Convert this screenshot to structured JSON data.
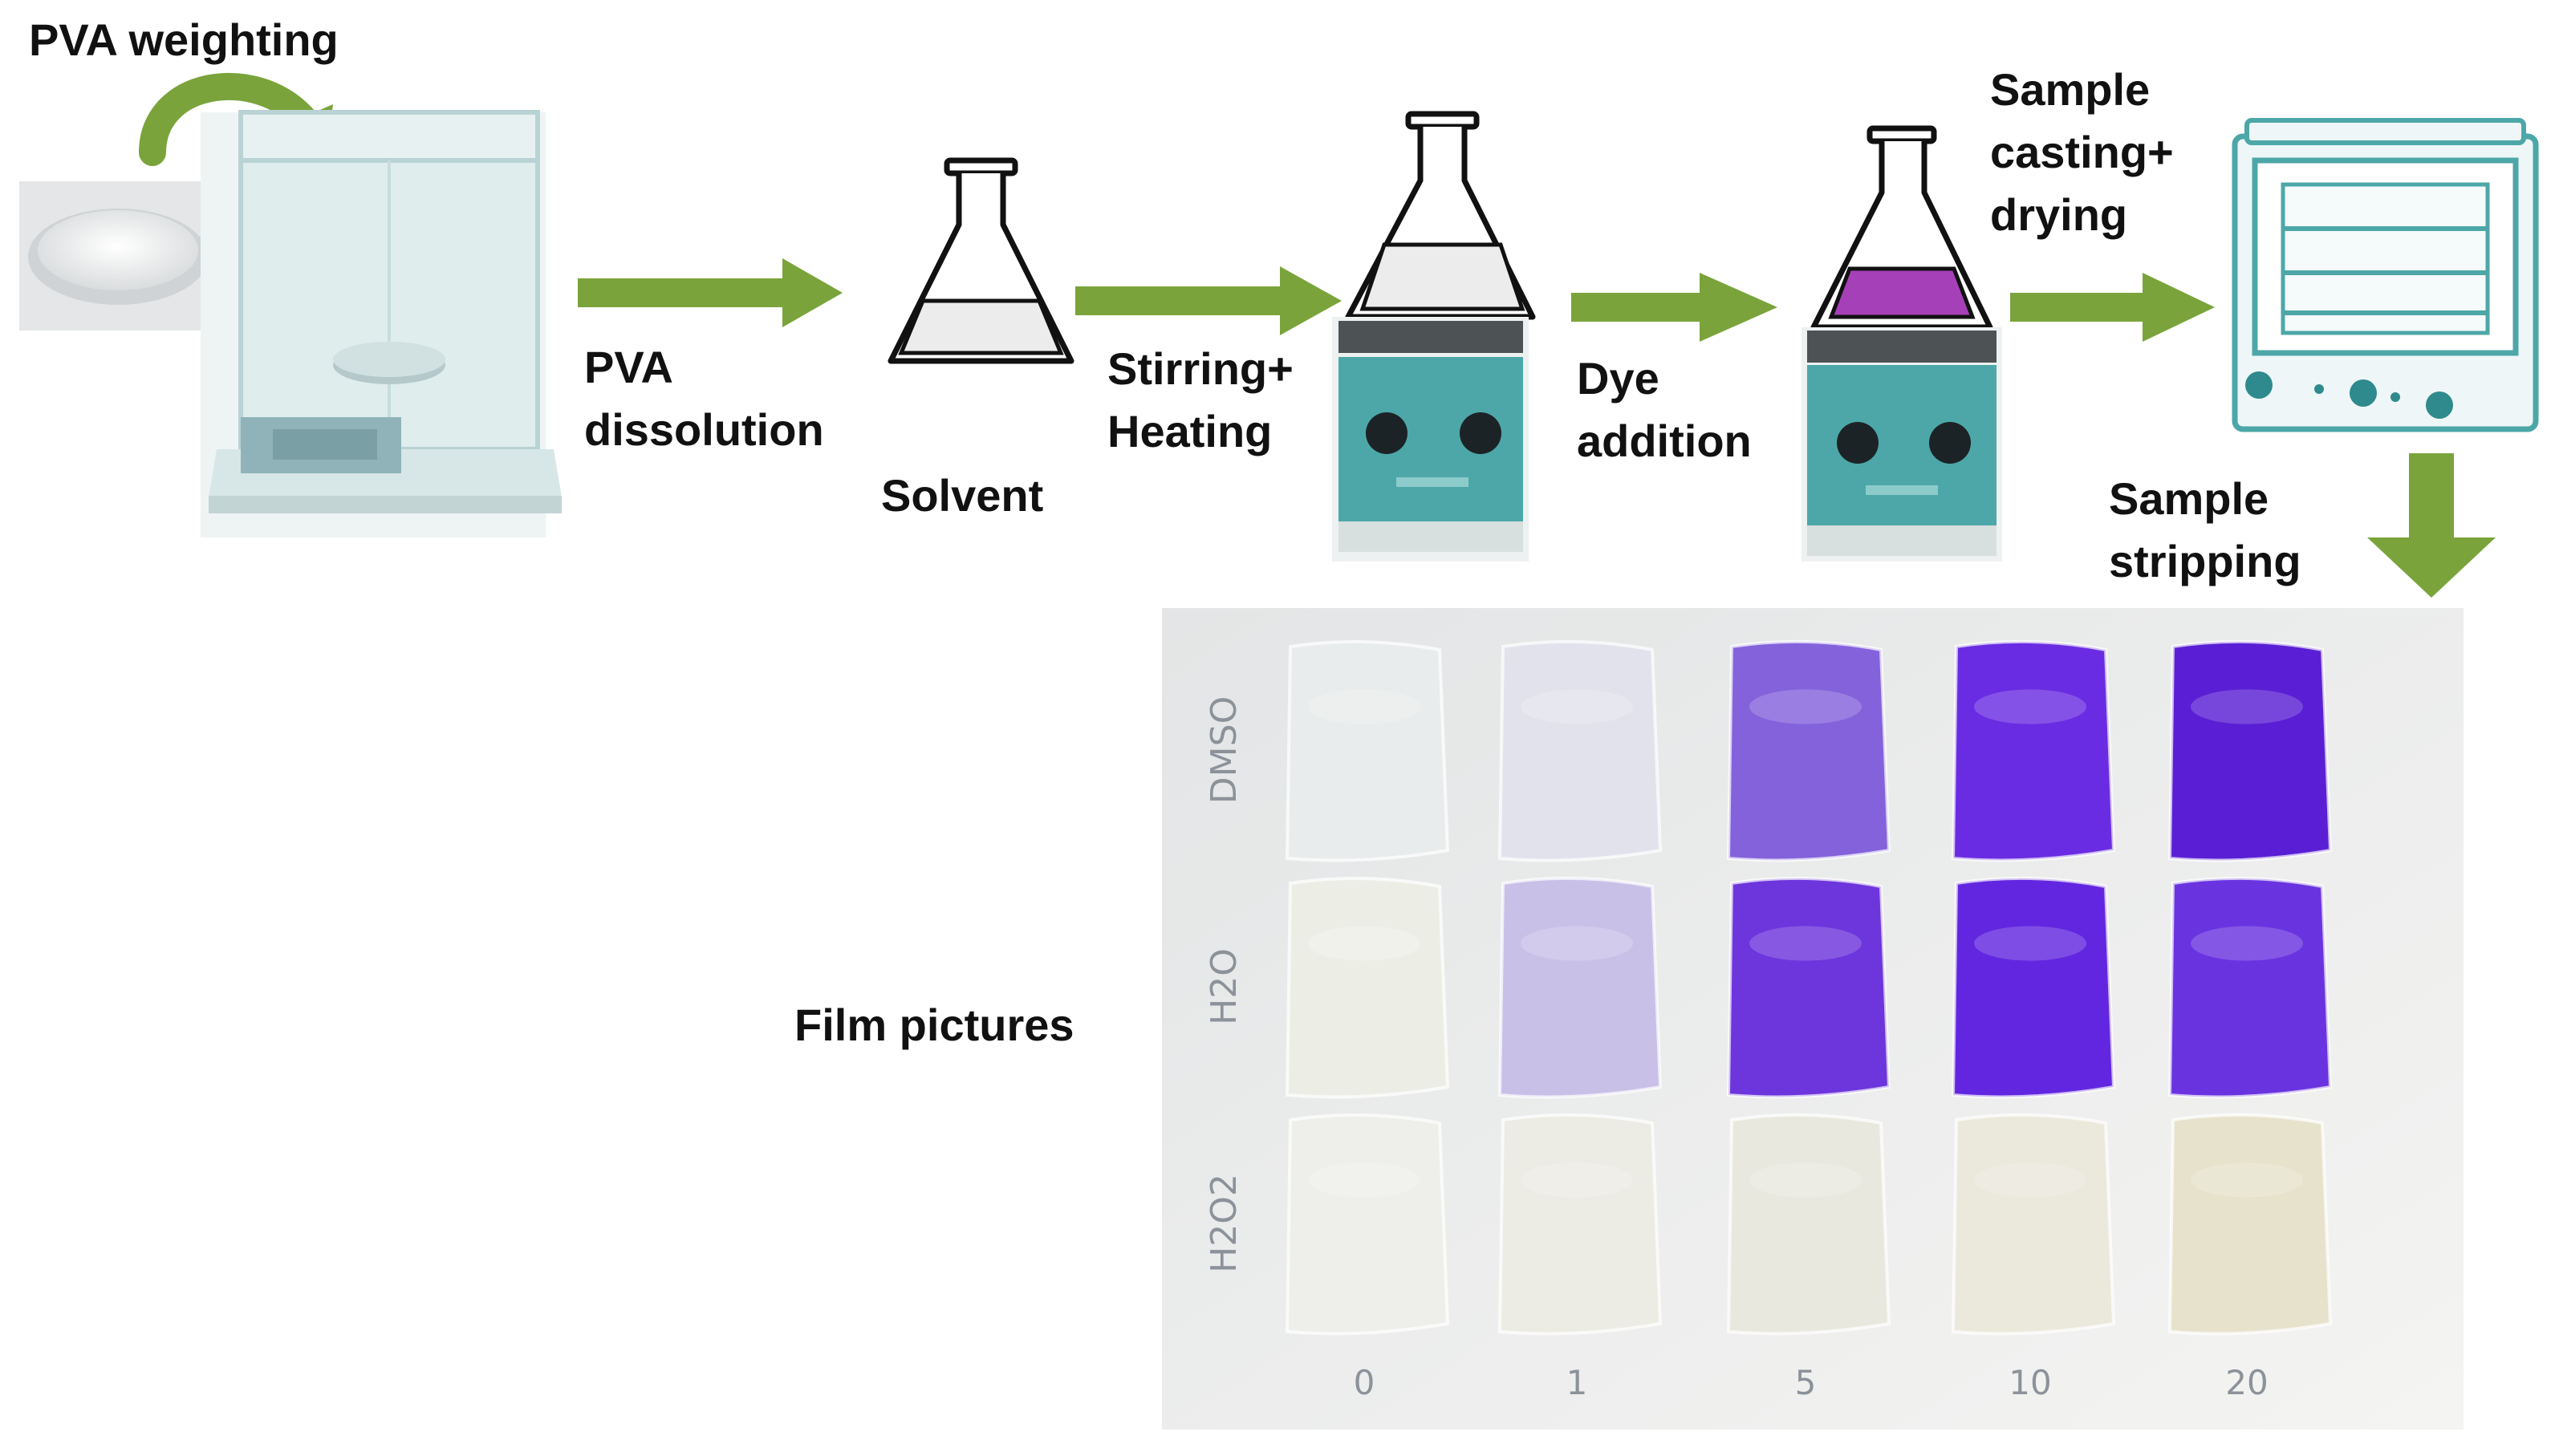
{
  "labels": {
    "pva_weighting": "PVA weighting",
    "pva_dissolution_line1": "PVA",
    "pva_dissolution_line2": "dissolution",
    "solvent": "Solvent",
    "stirring_line1": "Stirring+",
    "stirring_line2": "Heating",
    "dye_line1": "Dye",
    "dye_line2": "addition",
    "casting_line1": "Sample",
    "casting_line2": "casting+",
    "casting_line3": "drying",
    "stripping_line1": "Sample",
    "stripping_line2": "stripping",
    "film_pictures": "Film pictures"
  },
  "film_photo": {
    "row_labels": [
      "DMSO",
      "H2O",
      "H2O2"
    ],
    "column_labels": [
      "0",
      "1",
      "5",
      "10",
      "20"
    ],
    "tints": {
      "DMSO": [
        "#e9ecec",
        "#e2e2ec",
        "#8462dc",
        "#6a2ce2",
        "#5a1fd4"
      ],
      "H2O": [
        "#eceee6",
        "#c9c0e8",
        "#6d35dc",
        "#6226e0",
        "#6a33e0"
      ],
      "H2O2": [
        "#eeeeea",
        "#ecebe4",
        "#e9e8df",
        "#ebe8dc",
        "#e6e2cc"
      ]
    }
  },
  "colors": {
    "arrow_green": "#7aa43b",
    "dye_purple": "#a640b8",
    "instrument_teal": "#4da7a8"
  },
  "icons": [
    "powder-dish-icon",
    "analytical-balance-icon",
    "flask-icon",
    "hot-plate-stirrer-icon",
    "drying-oven-icon",
    "arrow-icon"
  ]
}
